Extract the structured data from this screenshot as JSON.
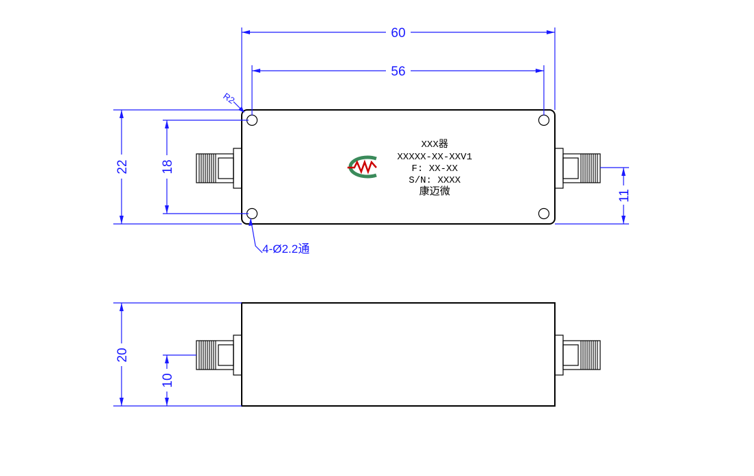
{
  "top_view": {
    "dims": {
      "overall_length": "60",
      "hole_spacing_length": "56",
      "overall_height": "22",
      "hole_spacing_height": "18",
      "connector_offset": "11",
      "corner_radius": "R2",
      "holes": "4-Ø2.2通"
    },
    "label": {
      "line1": "XXX器",
      "line2": "XXXXX-XX-XXV1",
      "line3": "F: XX-XX",
      "line4": "S/N: XXXX",
      "line5": "康迈微"
    }
  },
  "side_view": {
    "dims": {
      "overall_height": "20",
      "connector_height": "10"
    }
  },
  "colors": {
    "dimension": "#1a1aff",
    "outline": "#000000",
    "logo_red": "#cc0000",
    "logo_green": "#3a8a5a"
  }
}
